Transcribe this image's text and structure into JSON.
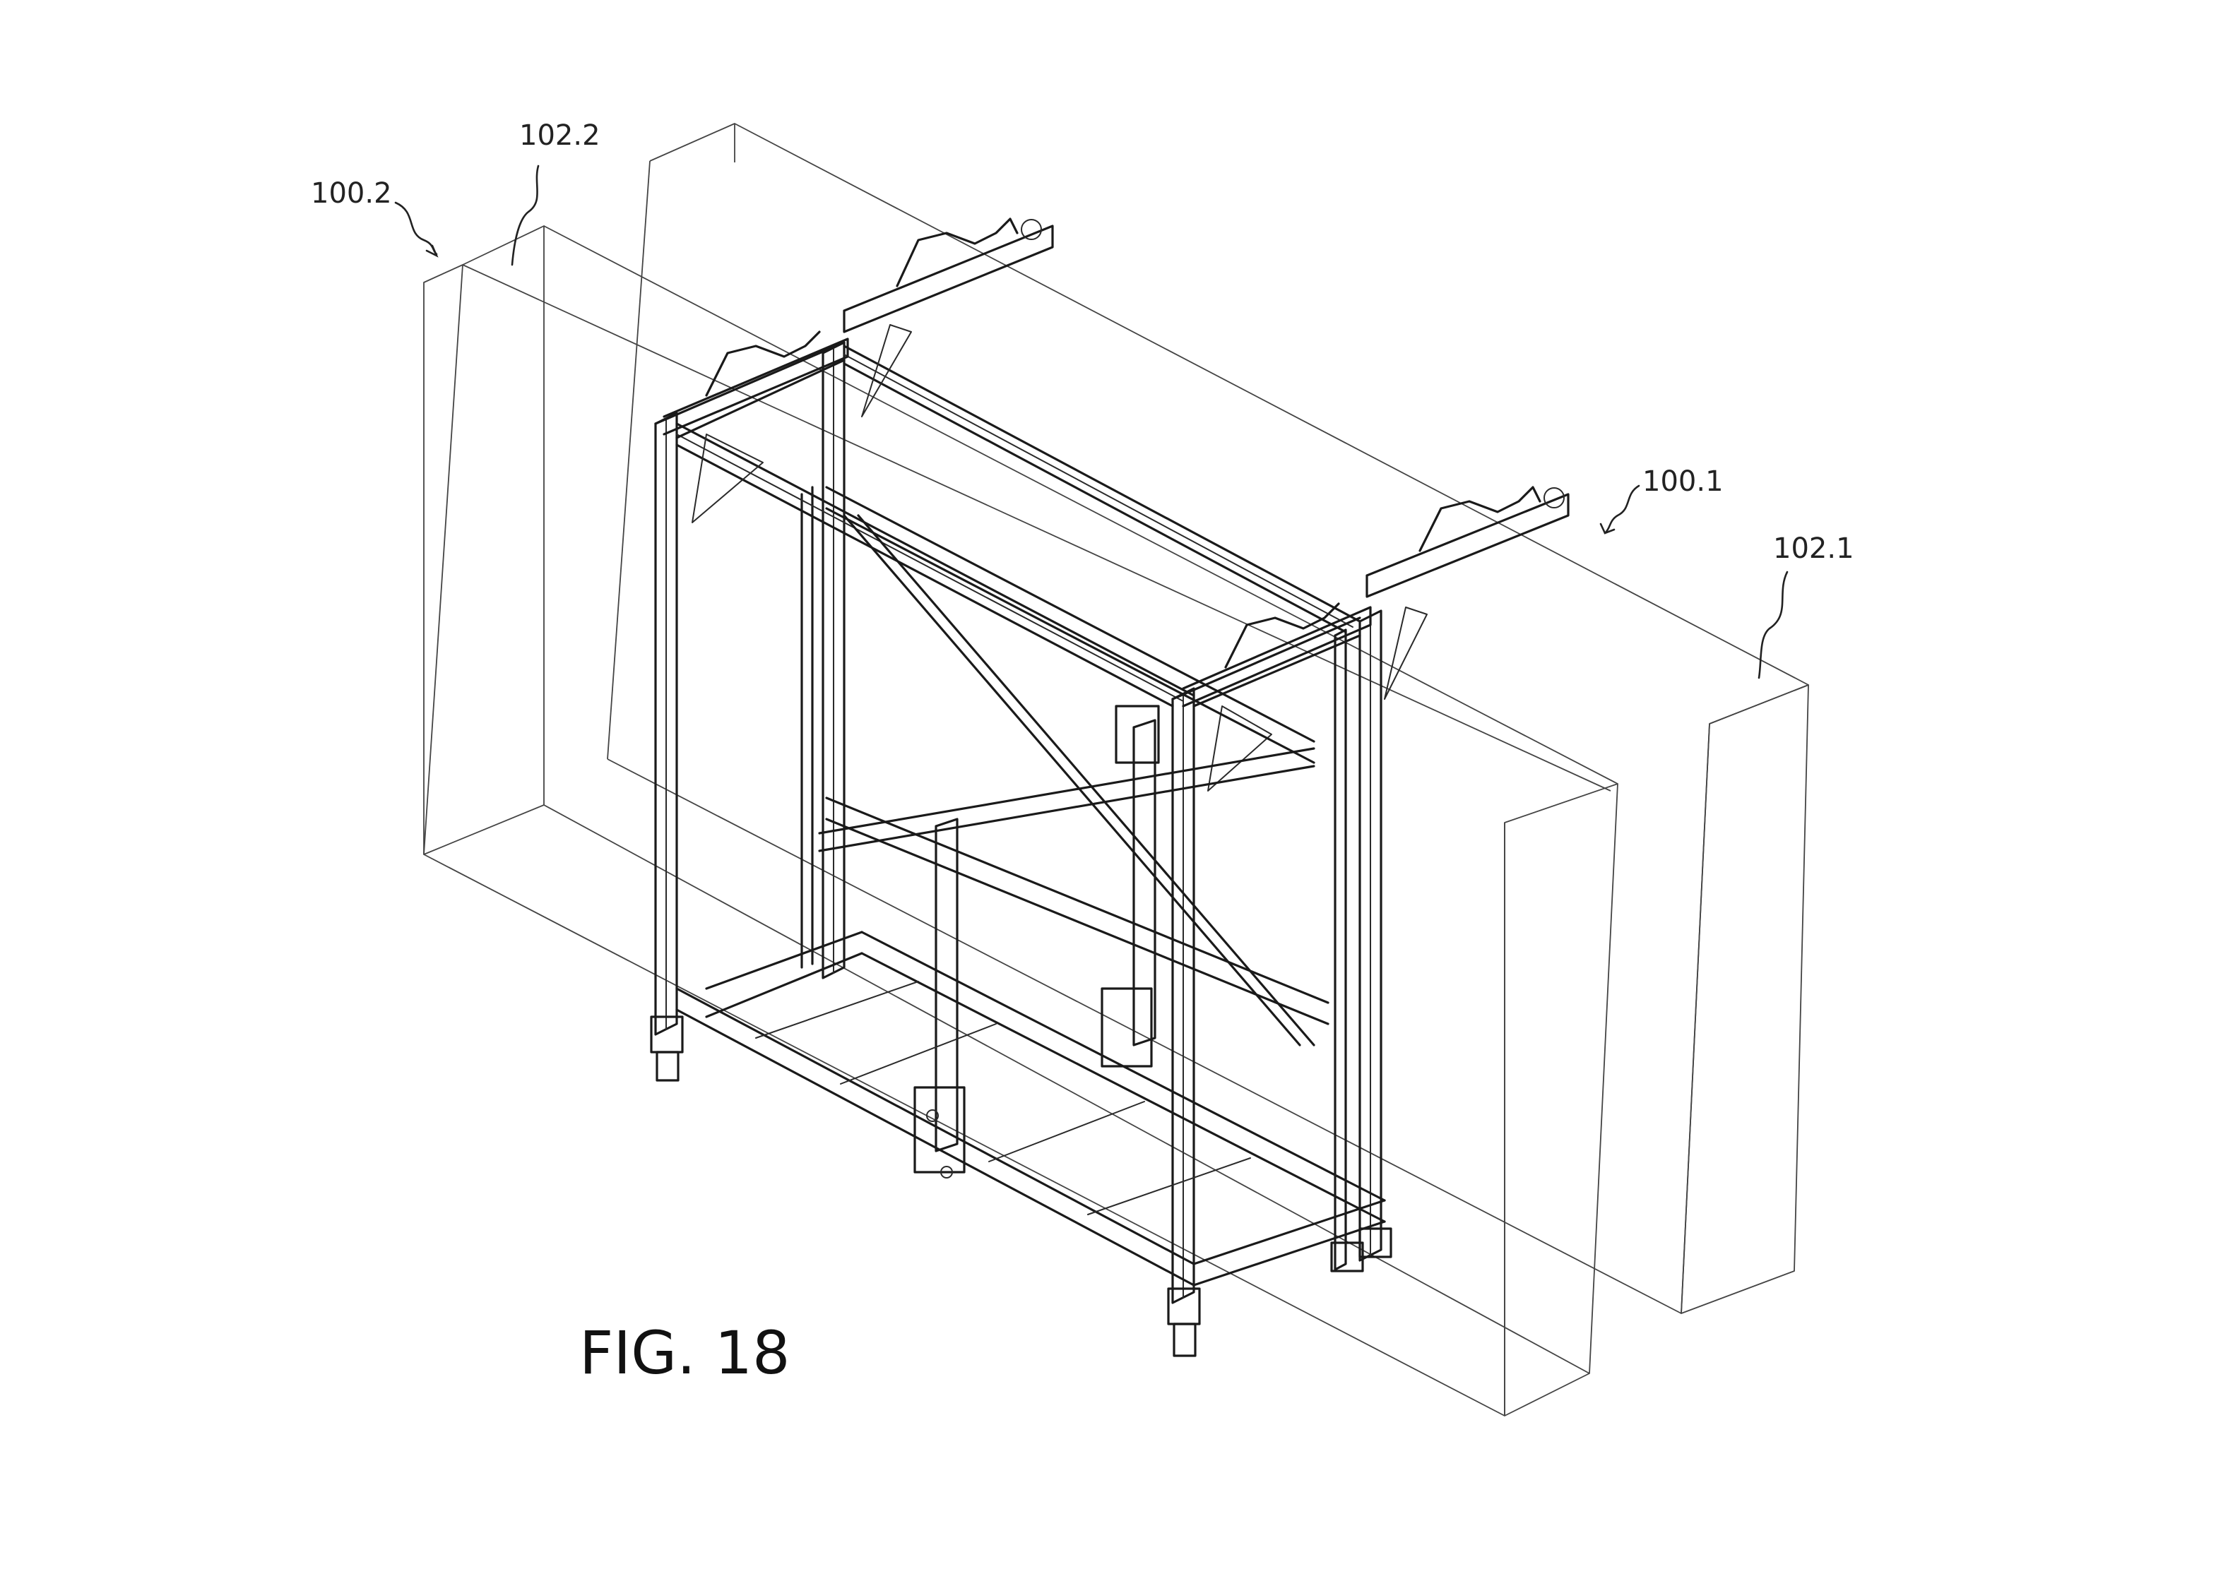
{
  "figure": {
    "caption": "FIG. 18",
    "reference_labels": {
      "frame_right": "100.1",
      "block_right": "102.1",
      "frame_left": "100.2",
      "block_left": "102.2"
    }
  }
}
